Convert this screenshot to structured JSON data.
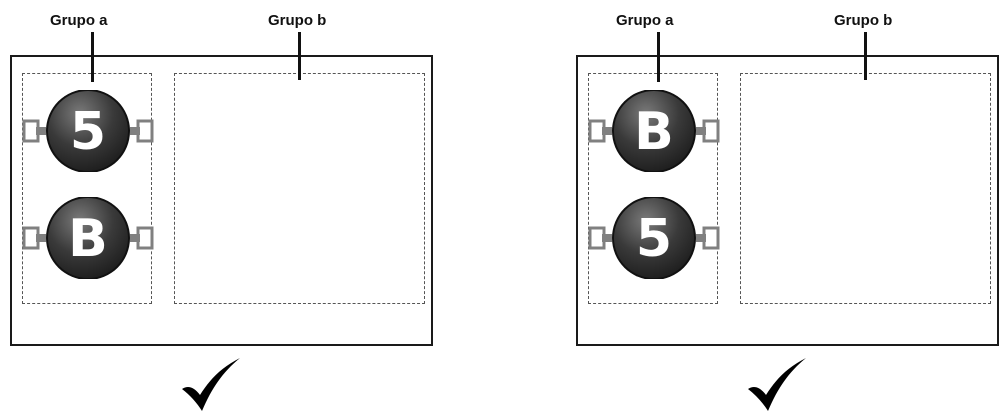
{
  "panels": [
    {
      "id": "left",
      "group_a_label": "Grupo a",
      "group_b_label": "Grupo b",
      "burners": [
        "5",
        "B"
      ],
      "status": "check-icon"
    },
    {
      "id": "right",
      "group_a_label": "Grupo a",
      "group_b_label": "Grupo b",
      "burners": [
        "B",
        "5"
      ],
      "status": "check-icon"
    }
  ],
  "colors": {
    "burner_dark": "#2b2b2b",
    "burner_light": "#6e6e6e",
    "handle": "#808080",
    "glyph": "#ffffff",
    "frame": "#1a1a1a"
  }
}
